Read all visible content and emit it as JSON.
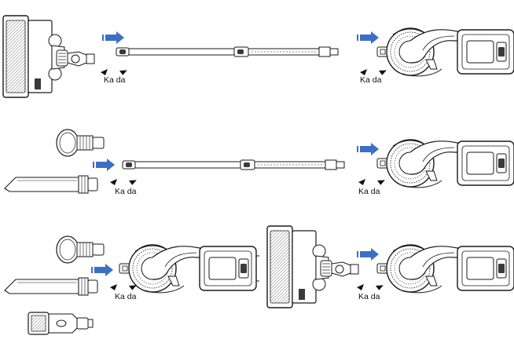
{
  "click_label": "Ka da",
  "colors": {
    "arrow": "#3b6fc4",
    "ink": "#1a1a1a",
    "fill_light": "#e8e8e8",
    "fill_dark": "#3a3a3a"
  },
  "icons": [
    "push-arrow-icon",
    "click-tick-icon"
  ],
  "panels": [
    {
      "id": "row1",
      "caption": "",
      "steps": [
        "floor-brush-to-tube",
        "tube-to-handheld-unit"
      ]
    },
    {
      "id": "row2",
      "caption": "",
      "steps": [
        "accessory-to-tube",
        "tube-to-handheld-unit"
      ]
    },
    {
      "id": "row3-left",
      "caption": "",
      "steps": [
        "accessory-to-handheld-unit"
      ]
    },
    {
      "id": "row3-right",
      "caption": "",
      "steps": [
        "floor-brush-to-handheld-unit"
      ]
    }
  ]
}
